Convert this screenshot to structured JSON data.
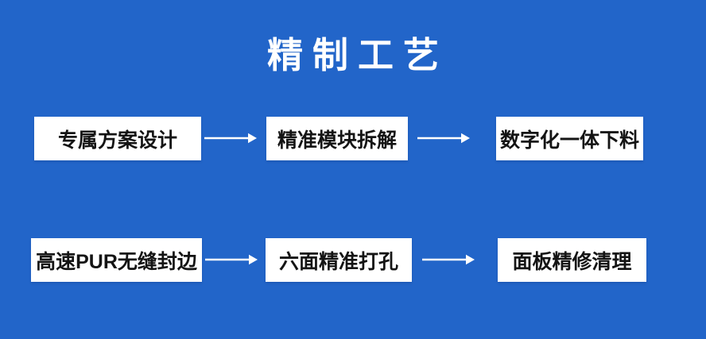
{
  "title": "精制工艺",
  "colors": {
    "background": "#2265c9",
    "box_background": "#ffffff",
    "box_text": "#141414",
    "title_text": "#ffffff",
    "arrow": "#ffffff"
  },
  "icons": {
    "flow_arrow": "right-arrow →"
  },
  "rows": [
    {
      "steps": [
        "专属方案设计",
        "精准模块拆解",
        "数字化一体下料"
      ]
    },
    {
      "steps": [
        "高速PUR无缝封边",
        "六面精准打孔",
        "面板精修清理"
      ]
    }
  ]
}
